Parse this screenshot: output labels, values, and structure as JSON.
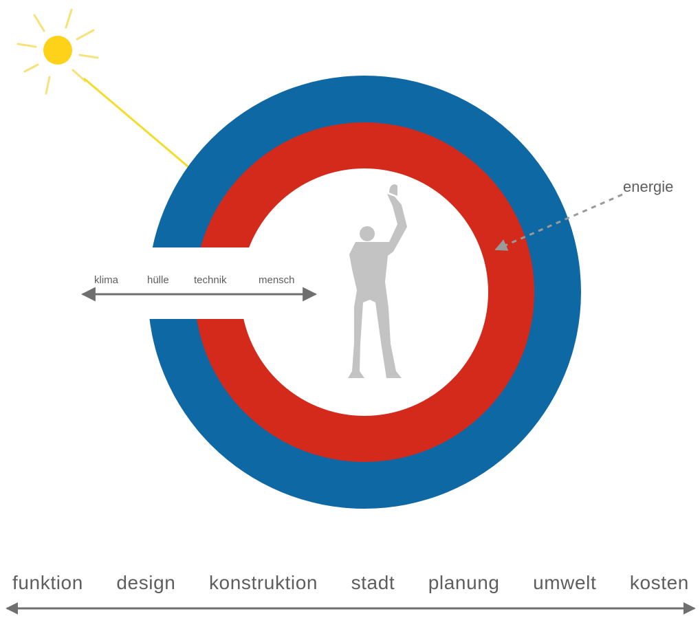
{
  "diagram": {
    "colors": {
      "outer_ring": "#0d68a3",
      "inner_ring": "#d42a1c",
      "sun": "#ffd21a",
      "sun_arrow": "#f4dc2a",
      "figure": "#c3c3c3",
      "arrows": "#6f6f6f",
      "text": "#5e5e5e"
    },
    "layers": [
      "klima",
      "hülle",
      "technik",
      "mensch"
    ],
    "energy_label": "energie",
    "aspects": [
      "funktion",
      "design",
      "konstruktion",
      "stadt",
      "planung",
      "umwelt",
      "kosten"
    ]
  }
}
